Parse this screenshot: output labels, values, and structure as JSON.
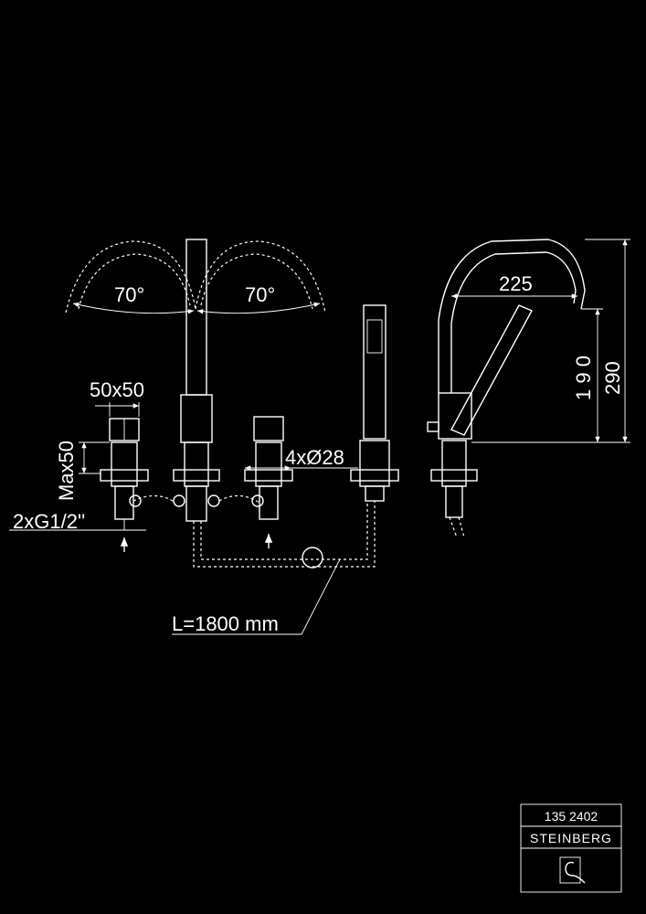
{
  "dimensions": {
    "angle_left": "70°",
    "angle_right": "70°",
    "handle_size": "50x50",
    "max_deck": "Max50",
    "connection": "2xG1/2''",
    "holes": "4xØ28",
    "hose_length": "L=1800 mm",
    "reach": "225",
    "spout_height": "1 9 0",
    "total_height": "290"
  },
  "title_block": {
    "article_no": "135 2402",
    "brand": "STEINBERG"
  }
}
